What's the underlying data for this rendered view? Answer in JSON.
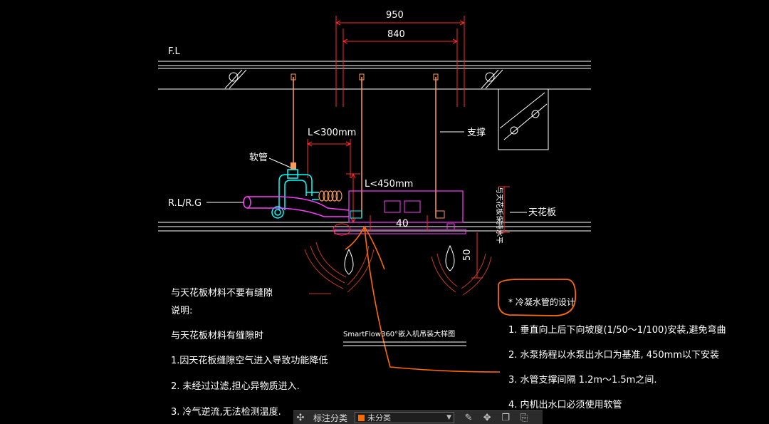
{
  "dimensions": {
    "width_950": "950",
    "width_840": "840",
    "dim_40": "40",
    "dim_50": "50"
  },
  "labels": {
    "floor_level": "F.L",
    "pipe_label": "R.L/R.G",
    "hose": "软管",
    "support": "支撑",
    "ceiling": "天花板",
    "len_300": "L<300mm",
    "len_450": "L<450mm",
    "vertical_note": "与天花板保持水平"
  },
  "caption": "SmartFlow360°嵌入机吊装大样图",
  "notes_left": {
    "line1": "与天花板材料不要有缝隙",
    "line2": "说明:",
    "line3": "与天花板材料有缝隙时",
    "line4": "1.因天花板缝隙空气进入导致功能降低",
    "line5": "2. 未经过过滤,担心异物质进入.",
    "line6": "3. 冷气逆流,无法检测温度."
  },
  "notes_right": {
    "title": "* 冷凝水管的设计",
    "item1": "1. 垂直向上后下向坡度(1/50～1/100)安装,避免弯曲",
    "item2": "2. 水泵扬程以水泵出水口为基准, 450mm以下安装",
    "item3": "3. 水管支撑间隔 1.2m～1.5m之间.",
    "item4": "4. 内机出水口必须使用软管"
  },
  "toolbar": {
    "label": "标注分类",
    "select_value": "未分类"
  },
  "colors": {
    "line": "#ffffff",
    "dim": "#ff2a2a",
    "hose": "#ff9a5c",
    "pipe_cyan": "#00ffff",
    "pipe_magenta": "#ff3dff",
    "annotation": "#ff6a00",
    "airflow": "#c43a1f"
  }
}
